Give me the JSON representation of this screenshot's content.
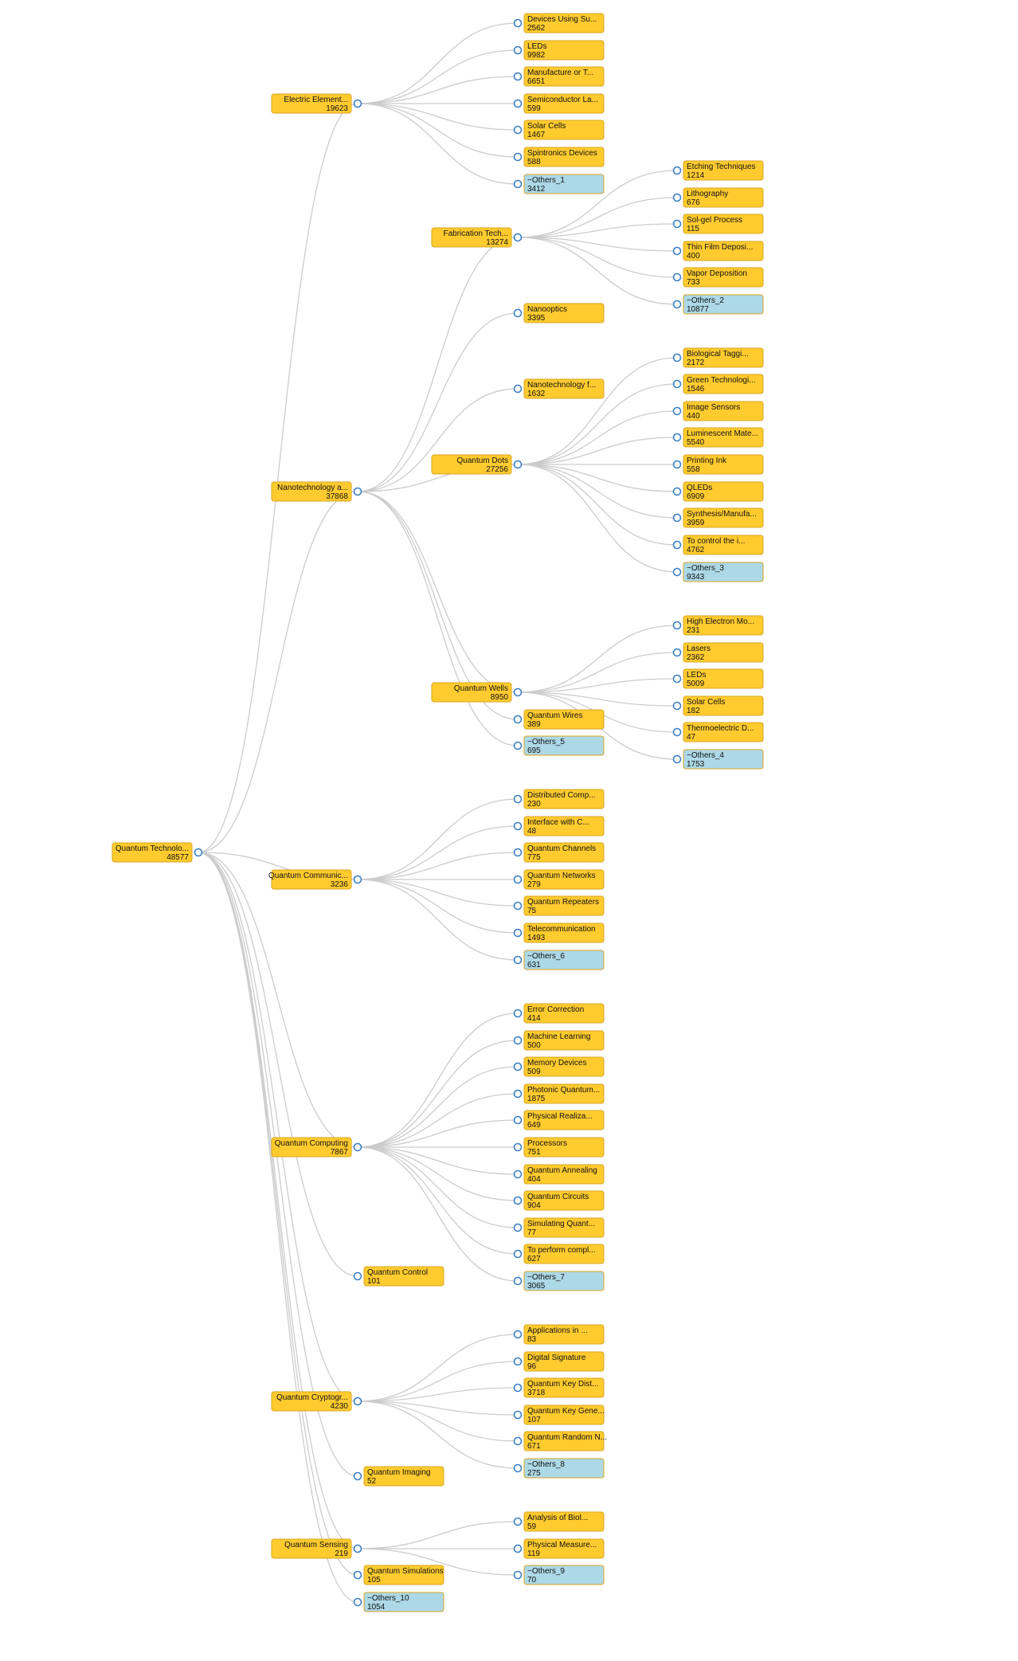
{
  "colors": {
    "category_box": "#FFCB2F",
    "others_box": "#ADD8E6",
    "box_border": "#D9A520",
    "link": "#CCCCCC",
    "node_ring": "#3B7FC4"
  },
  "tree": {
    "label": "Quantum Technolo...",
    "value": "48577",
    "kind": "category",
    "children": [
      {
        "label": "Electric Element...",
        "value": "19623",
        "kind": "category",
        "children": [
          {
            "label": "Devices Using Su...",
            "value": "2562",
            "kind": "category"
          },
          {
            "label": "LEDs",
            "value": "9982",
            "kind": "category"
          },
          {
            "label": "Manufacture or T...",
            "value": "6651",
            "kind": "category"
          },
          {
            "label": "Semiconductor La...",
            "value": "599",
            "kind": "category"
          },
          {
            "label": "Solar Cells",
            "value": "1467",
            "kind": "category"
          },
          {
            "label": "Spintronics Devices",
            "value": "588",
            "kind": "category"
          },
          {
            "label": "~Others_1",
            "value": "3412",
            "kind": "others"
          }
        ]
      },
      {
        "label": "Nanotechnology a...",
        "value": "37868",
        "kind": "category",
        "children": [
          {
            "label": "Fabrication Tech...",
            "value": "13274",
            "kind": "category",
            "children": [
              {
                "label": "Etching Techniques",
                "value": "1214",
                "kind": "category"
              },
              {
                "label": "Lithography",
                "value": "676",
                "kind": "category"
              },
              {
                "label": "Sol-gel Process",
                "value": "115",
                "kind": "category"
              },
              {
                "label": "Thin Film Deposi...",
                "value": "400",
                "kind": "category"
              },
              {
                "label": "Vapor Deposition",
                "value": "733",
                "kind": "category"
              },
              {
                "label": "~Others_2",
                "value": "10877",
                "kind": "others"
              }
            ]
          },
          {
            "label": "Nanooptics",
            "value": "3395",
            "kind": "category"
          },
          {
            "label": "Nanotechnology f...",
            "value": "1632",
            "kind": "category"
          },
          {
            "label": "Quantum Dots",
            "value": "27256",
            "kind": "category",
            "children": [
              {
                "label": "Biological Taggi...",
                "value": "2172",
                "kind": "category"
              },
              {
                "label": "Green Technologi...",
                "value": "1546",
                "kind": "category"
              },
              {
                "label": "Image Sensors",
                "value": "440",
                "kind": "category"
              },
              {
                "label": "Luminescent Mate...",
                "value": "5540",
                "kind": "category"
              },
              {
                "label": "Printing Ink",
                "value": "558",
                "kind": "category"
              },
              {
                "label": "QLEDs",
                "value": "6909",
                "kind": "category"
              },
              {
                "label": "Synthesis/Manufa...",
                "value": "3959",
                "kind": "category"
              },
              {
                "label": "To control the i...",
                "value": "4762",
                "kind": "category"
              },
              {
                "label": "~Others_3",
                "value": "9343",
                "kind": "others"
              }
            ]
          },
          {
            "label": "Quantum Wells",
            "value": "8950",
            "kind": "category",
            "children": [
              {
                "label": "High Electron Mo...",
                "value": "231",
                "kind": "category"
              },
              {
                "label": "Lasers",
                "value": "2362",
                "kind": "category"
              },
              {
                "label": "LEDs",
                "value": "5009",
                "kind": "category"
              },
              {
                "label": "Solar Cells",
                "value": "182",
                "kind": "category"
              },
              {
                "label": "Thermoelectric D...",
                "value": "47",
                "kind": "category"
              },
              {
                "label": "~Others_4",
                "value": "1753",
                "kind": "others"
              }
            ]
          },
          {
            "label": "Quantum Wires",
            "value": "389",
            "kind": "category"
          },
          {
            "label": "~Others_5",
            "value": "695",
            "kind": "others"
          }
        ]
      },
      {
        "label": "Quantum Communic...",
        "value": "3236",
        "kind": "category",
        "children": [
          {
            "label": "Distributed Comp...",
            "value": "230",
            "kind": "category"
          },
          {
            "label": "Interface with C...",
            "value": "48",
            "kind": "category"
          },
          {
            "label": "Quantum Channels",
            "value": "775",
            "kind": "category"
          },
          {
            "label": "Quantum Networks",
            "value": "279",
            "kind": "category"
          },
          {
            "label": "Quantum Repeaters",
            "value": "75",
            "kind": "category"
          },
          {
            "label": "Telecommunication",
            "value": "1493",
            "kind": "category"
          },
          {
            "label": "~Others_6",
            "value": "631",
            "kind": "others"
          }
        ]
      },
      {
        "label": "Quantum Computing",
        "value": "7867",
        "kind": "category",
        "children": [
          {
            "label": "Error Correction",
            "value": "414",
            "kind": "category"
          },
          {
            "label": "Machine Learning",
            "value": "500",
            "kind": "category"
          },
          {
            "label": "Memory Devices",
            "value": "509",
            "kind": "category"
          },
          {
            "label": "Photonic Quantum...",
            "value": "1875",
            "kind": "category"
          },
          {
            "label": "Physical Realiza...",
            "value": "649",
            "kind": "category"
          },
          {
            "label": "Processors",
            "value": "751",
            "kind": "category"
          },
          {
            "label": "Quantum Annealing",
            "value": "404",
            "kind": "category"
          },
          {
            "label": "Quantum Circuits",
            "value": "904",
            "kind": "category"
          },
          {
            "label": "Simulating Quant...",
            "value": "77",
            "kind": "category"
          },
          {
            "label": "To perform compl...",
            "value": "627",
            "kind": "category"
          },
          {
            "label": "~Others_7",
            "value": "3065",
            "kind": "others"
          }
        ]
      },
      {
        "label": "Quantum Control",
        "value": "101",
        "kind": "category"
      },
      {
        "label": "Quantum Cryptogr...",
        "value": "4230",
        "kind": "category",
        "children": [
          {
            "label": "Applications in ...",
            "value": "83",
            "kind": "category"
          },
          {
            "label": "Digital Signature",
            "value": "96",
            "kind": "category"
          },
          {
            "label": "Quantum Key Dist...",
            "value": "3718",
            "kind": "category"
          },
          {
            "label": "Quantum Key Gene...",
            "value": "107",
            "kind": "category"
          },
          {
            "label": "Quantum Random N...",
            "value": "671",
            "kind": "category"
          },
          {
            "label": "~Others_8",
            "value": "275",
            "kind": "others"
          }
        ]
      },
      {
        "label": "Quantum Imaging",
        "value": "52",
        "kind": "category"
      },
      {
        "label": "Quantum Sensing",
        "value": "219",
        "kind": "category",
        "children": [
          {
            "label": "Analysis of Biol...",
            "value": "59",
            "kind": "category"
          },
          {
            "label": "Physical Measure...",
            "value": "119",
            "kind": "category"
          },
          {
            "label": "~Others_9",
            "value": "70",
            "kind": "others"
          }
        ]
      },
      {
        "label": "Quantum Simulations",
        "value": "105",
        "kind": "category"
      },
      {
        "label": "~Others_10",
        "value": "1054",
        "kind": "others"
      }
    ]
  }
}
